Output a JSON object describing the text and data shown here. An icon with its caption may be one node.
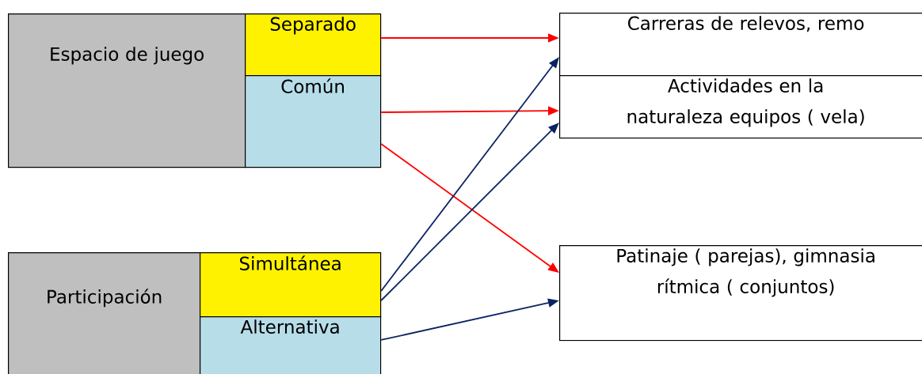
{
  "diagram": {
    "nodes": [
      {
        "text": [
          "Espacio de juego"
        ]
      },
      {
        "text": [
          "Separado"
        ]
      },
      {
        "text": [
          "Común"
        ]
      },
      {
        "text": [
          "Participación"
        ]
      },
      {
        "text": [
          "Simultánea"
        ]
      },
      {
        "text": [
          "Alternativa"
        ]
      },
      {
        "text": [
          "Carreras de relevos, remo"
        ]
      },
      {
        "text": [
          "Actividades en la naturaleza equipos ( vela)"
        ]
      },
      {
        "text": [
          "Patinaje ( parejas), gimnasia rítmica ( conjuntos)"
        ]
      }
    ],
    "edges": [
      {
        "from": 1,
        "to": 6,
        "arrow": "to",
        "color": "#ff0000"
      },
      {
        "from": 2,
        "to": 7,
        "arrow": "to",
        "color": "#ff0000"
      },
      {
        "from": 2,
        "to": 8,
        "arrow": "to",
        "color": "#ff0000"
      },
      {
        "from": 4,
        "to": 6,
        "arrow": "to",
        "color": "#0a2463"
      },
      {
        "from": 4,
        "to": 7,
        "arrow": "to",
        "color": "#0a2463"
      },
      {
        "from": 5,
        "to": 8,
        "arrow": "to",
        "color": "#0a2463"
      }
    ]
  }
}
